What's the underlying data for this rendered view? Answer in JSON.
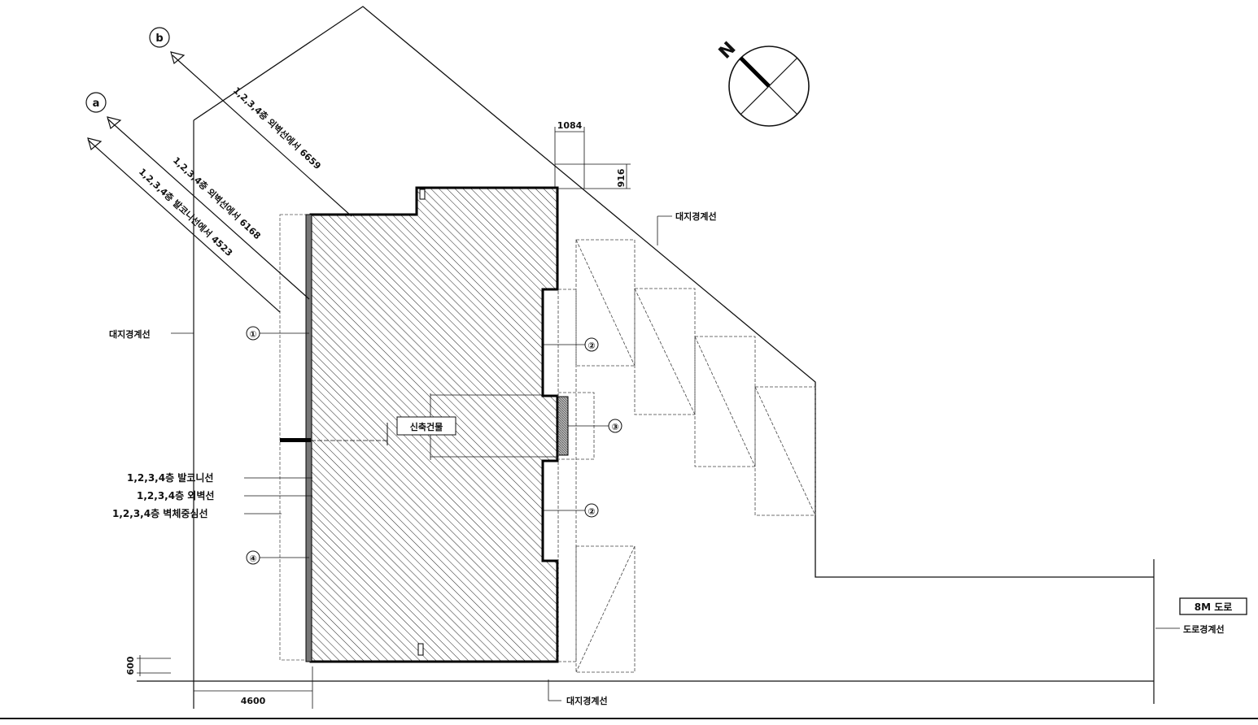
{
  "sections": {
    "a": "a",
    "b": "b"
  },
  "diag_labels": {
    "b_wall": "1,2,3,4층 외벽선에서 6659",
    "a_wall": "1,2,3,4층 외벽선에서 6168",
    "a_balcony": "1,2,3,4층 발코니선에서 4523"
  },
  "labels": {
    "site_boundary_left": "대지경계선",
    "site_boundary_right": "대지경계선",
    "site_boundary_bottom": "대지경계선",
    "road_boundary": "도로경계선",
    "road": "8M 도로",
    "new_building": "신축건물",
    "balcony_line": "1,2,3,4층 발코니선",
    "outer_wall_line": "1,2,3,4층 외벽선",
    "wall_center_line": "1,2,3,4층 벽체중심선",
    "north": "N"
  },
  "dims": {
    "d1084": "1084",
    "d916": "916",
    "d600": "600",
    "d4600": "4600"
  },
  "callouts": {
    "c1": "①",
    "c2a": "②",
    "c2b": "②",
    "c3": "③",
    "c4": "④"
  }
}
